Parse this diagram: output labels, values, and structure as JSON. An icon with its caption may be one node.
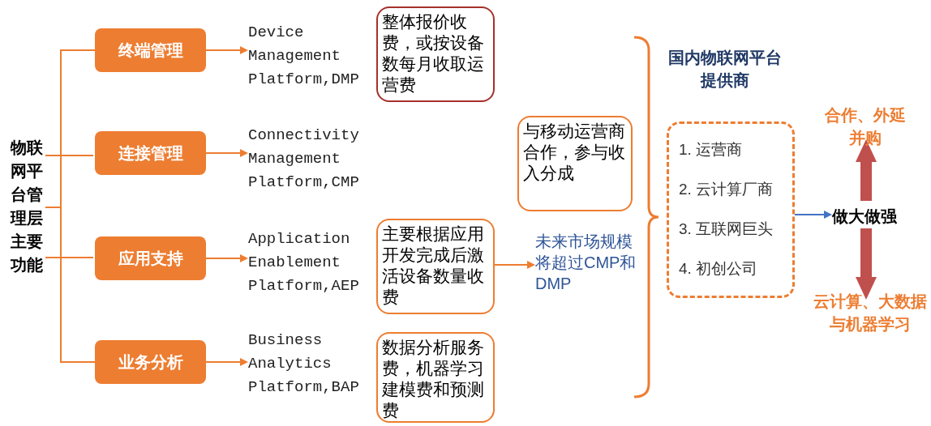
{
  "diagram": {
    "nodes": [
      {
        "text": [
          "物联网平台管理层主要功能"
        ]
      },
      {
        "text": [
          "终端管理"
        ]
      },
      {
        "text": [
          "连接管理"
        ]
      },
      {
        "text": [
          "应用支持"
        ]
      },
      {
        "text": [
          "业务分析"
        ]
      },
      {
        "text": [
          "Device Management Platform,DMP"
        ]
      },
      {
        "text": [
          "Connectivity Management Platform,CMP"
        ]
      },
      {
        "text": [
          "Application Enablement Platform,AEP"
        ]
      },
      {
        "text": [
          "Business Analytics Platform,BAP"
        ]
      },
      {
        "text": [
          "整体报价收费，或按设备数每月收取运营费"
        ]
      },
      {
        "text": [
          "与移动运营商合作，参与收入分成"
        ]
      },
      {
        "text": [
          "主要根据应用开发完成后激活设备数量收费"
        ]
      },
      {
        "text": [
          "未来市场规模将超过CMP和DMP"
        ]
      },
      {
        "text": [
          "数据分析服务费，机器学习建模费和预测费"
        ]
      },
      {
        "text": [
          "国内物联网平台提供商",
          "1. 运营商",
          "2. 云计算厂商",
          "3. 互联网巨头",
          "4. 初创公司"
        ]
      },
      {
        "text": [
          "做大做强"
        ]
      },
      {
        "text": [
          "合作、外延并购"
        ]
      },
      {
        "text": [
          "云计算、大数据与机器学习"
        ]
      }
    ],
    "edges": [
      {
        "from": 0,
        "to": 1,
        "arrow": "none"
      },
      {
        "from": 0,
        "to": 2,
        "arrow": "none"
      },
      {
        "from": 0,
        "to": 3,
        "arrow": "none"
      },
      {
        "from": 0,
        "to": 4,
        "arrow": "none"
      },
      {
        "from": 1,
        "to": 5,
        "arrow": "to"
      },
      {
        "from": 2,
        "to": 6,
        "arrow": "to"
      },
      {
        "from": 3,
        "to": 7,
        "arrow": "to"
      },
      {
        "from": 4,
        "to": 8,
        "arrow": "to"
      },
      {
        "from": 11,
        "to": 12,
        "arrow": "to"
      },
      {
        "from": 14,
        "to": 15,
        "arrow": "to",
        "color": "#4472c4"
      },
      {
        "from": 15,
        "to": 16,
        "arrow": "to",
        "style": "thick",
        "color": "#c0504d"
      },
      {
        "from": 15,
        "to": 17,
        "arrow": "to",
        "style": "thick",
        "color": "#c0504d"
      }
    ]
  }
}
